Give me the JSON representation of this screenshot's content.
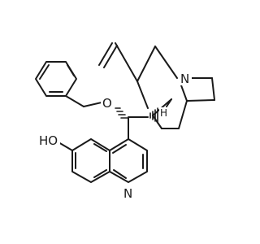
{
  "molecule": {
    "atoms": {
      "nitrogen_bridgehead": "N",
      "oxygen_ether": "O",
      "hydroxyl": "HO",
      "nitrogen_quinoline": "N",
      "stereo_hydrogen": "H"
    }
  }
}
